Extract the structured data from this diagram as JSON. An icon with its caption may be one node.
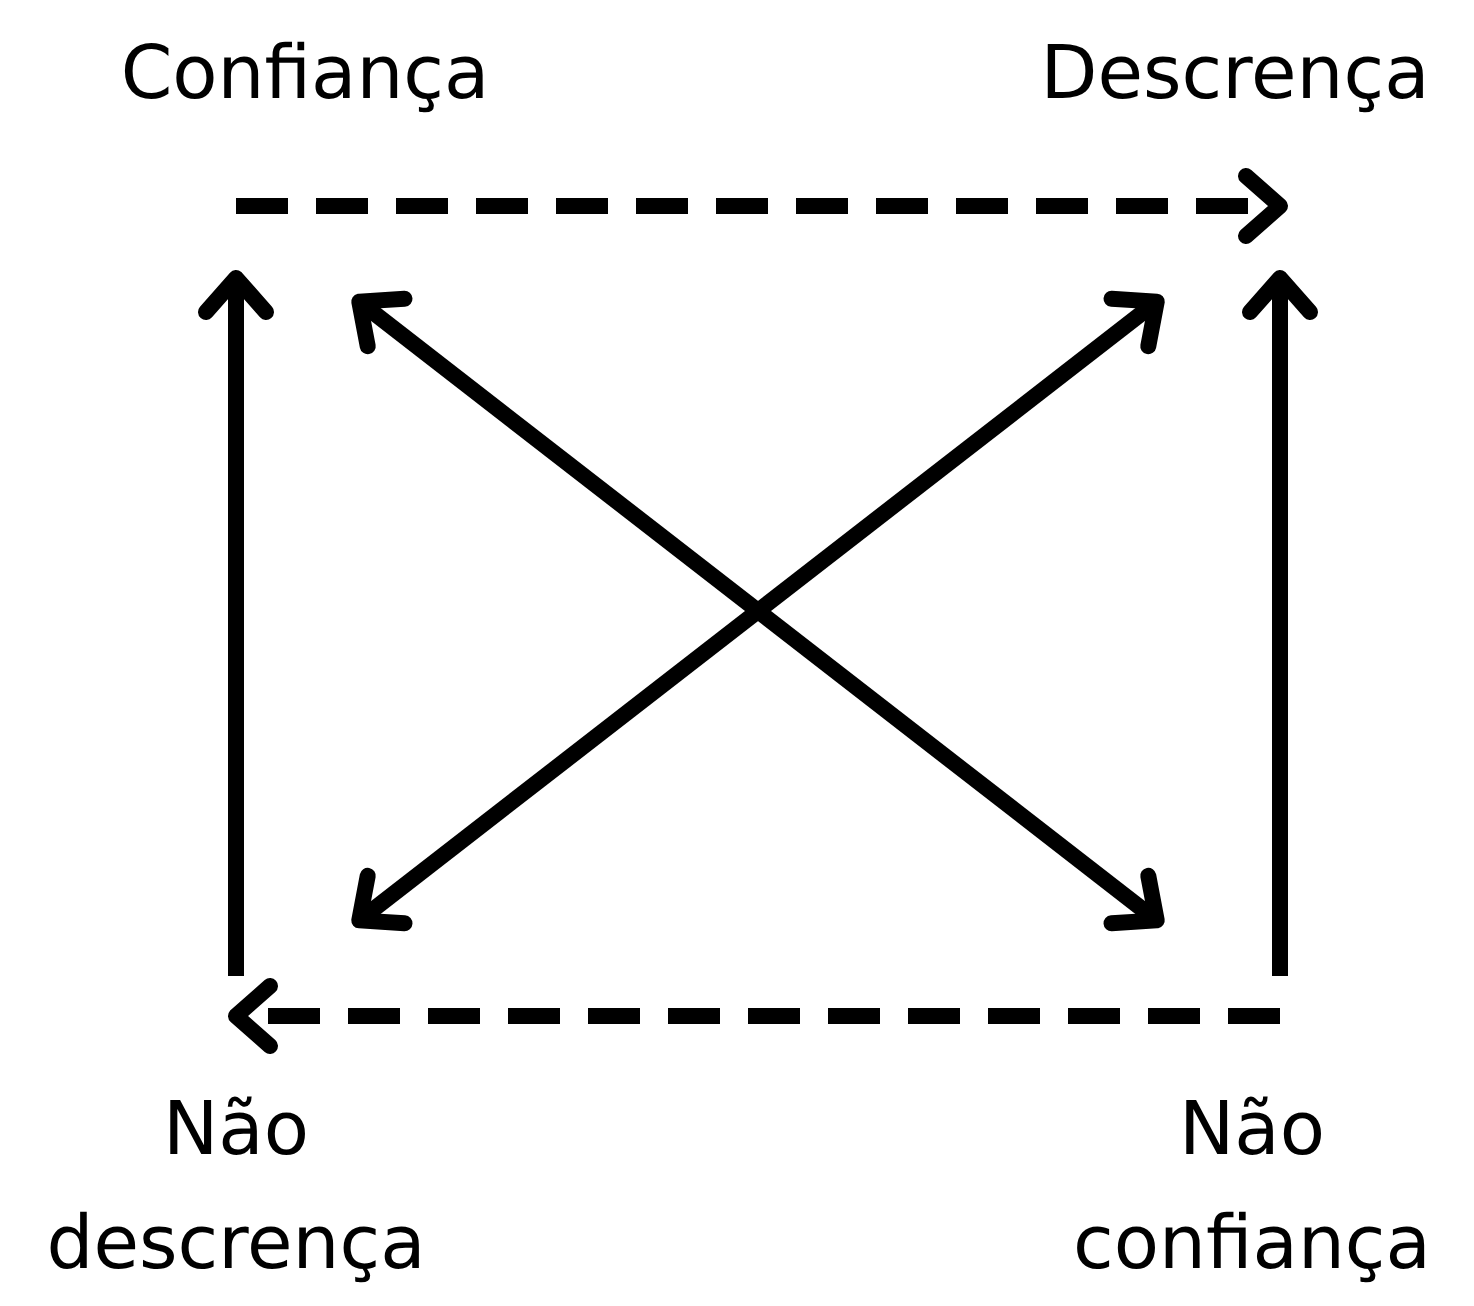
{
  "diagram": {
    "nodes": [
      {
        "text": [
          "Confiança"
        ]
      },
      {
        "text": [
          "Descrença"
        ]
      },
      {
        "text": [
          "Não descrença"
        ]
      },
      {
        "text": [
          "Não confiança"
        ]
      }
    ],
    "edges": [
      {
        "from": 0,
        "to": 1,
        "arrow": "to",
        "style": "dashed"
      },
      {
        "from": 2,
        "to": 0,
        "arrow": "to"
      },
      {
        "from": 3,
        "to": 1,
        "arrow": "to"
      },
      {
        "from": 3,
        "to": 2,
        "arrow": "to",
        "style": "dashed"
      },
      {
        "from": 0,
        "to": 3,
        "arrow": "both"
      },
      {
        "from": 1,
        "to": 2,
        "arrow": "both"
      }
    ]
  }
}
